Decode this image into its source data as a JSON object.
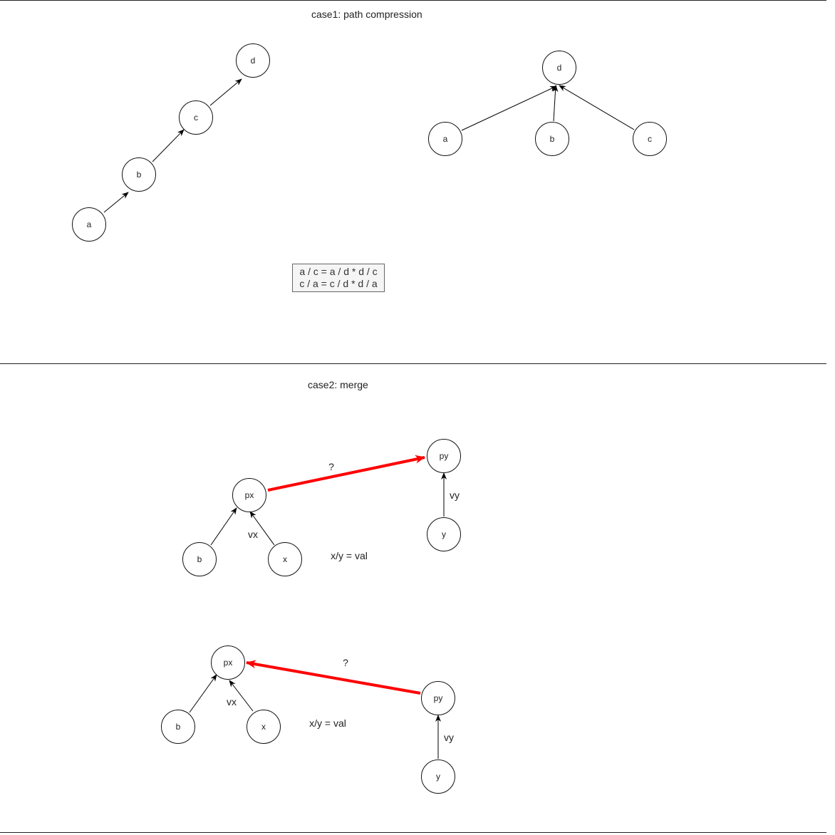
{
  "case1": {
    "title": "case1: path compression",
    "before_nodes": {
      "a": "a",
      "b": "b",
      "c": "c",
      "d": "d"
    },
    "after_nodes": {
      "a": "a",
      "b": "b",
      "c": "c",
      "d": "d"
    },
    "formula": {
      "line1": "a / c = a / d * d / c",
      "line2": "c / a = c / d * d / a"
    }
  },
  "case2": {
    "title": "case2: merge",
    "top": {
      "nodes": {
        "px": "px",
        "py": "py",
        "b": "b",
        "x": "x",
        "y": "y"
      },
      "labels": {
        "vx": "vx",
        "vy": "vy",
        "question": "?",
        "relation": "x/y = val"
      }
    },
    "bottom": {
      "nodes": {
        "px": "px",
        "py": "py",
        "b": "b",
        "x": "x",
        "y": "y"
      },
      "labels": {
        "vx": "vx",
        "vy": "vy",
        "question": "?",
        "relation": "x/y = val"
      }
    }
  },
  "colors": {
    "edge": "#000000",
    "highlight": "#ff0000"
  }
}
